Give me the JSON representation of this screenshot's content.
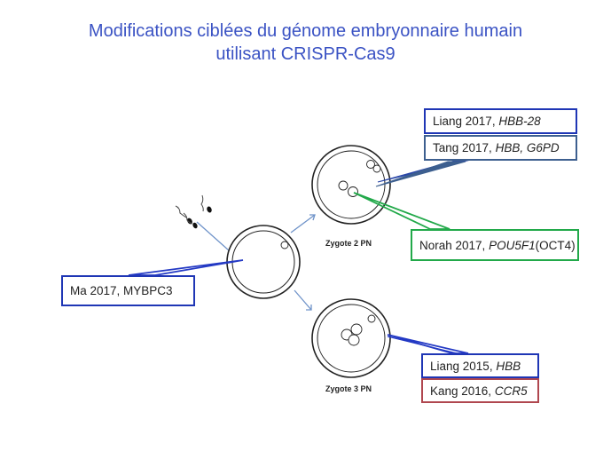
{
  "title": {
    "line1": "Modifications ciblées du génome embryonnaire humain",
    "line2": "utilisant CRISPR-Cas9"
  },
  "zygote_labels": {
    "two_pn": "Zygote 2 PN",
    "three_pn": "Zygote 3 PN"
  },
  "boxes": {
    "liang2017": {
      "author": "Liang 2017, ",
      "gene": "HBB-28",
      "border_color": "#1f36b5"
    },
    "tang2017": {
      "author": "Tang 2017, ",
      "gene": "HBB, G6PD",
      "border_color": "#3d5f8f"
    },
    "norah2017": {
      "author": "Norah 2017, ",
      "gene": "POU5F1",
      "suffix": " (OCT4)",
      "border_color": "#22a94a"
    },
    "ma2017": {
      "author": "Ma 2017,  MYBPC3",
      "border_color": "#1f36b5"
    },
    "liang2015": {
      "author": "Liang 2015, ",
      "gene": "HBB",
      "border_color": "#1f36b5"
    },
    "kang2016": {
      "author": "Kang 2016, ",
      "gene": "CCR5",
      "border_color": "#b0474f"
    }
  },
  "colors": {
    "title": "#3b53c4",
    "arrow": "#6f93c9",
    "blue_pointer": "#2339c4",
    "steel_pointer": "#3d5f8f",
    "green_pointer": "#22a94a"
  }
}
